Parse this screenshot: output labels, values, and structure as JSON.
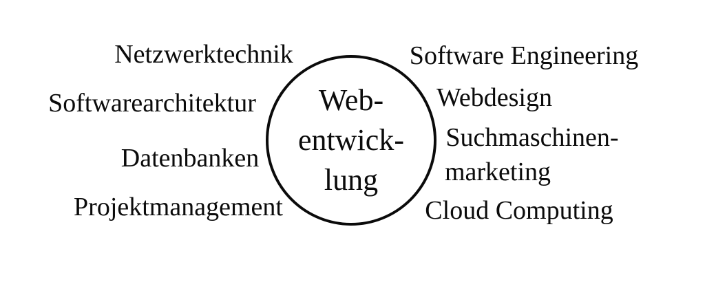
{
  "colors": {
    "background": "#ffffff",
    "text": "#0b0b0b",
    "circle_stroke": "#0b0b0b"
  },
  "center": {
    "lines": [
      "Web-",
      "entwick-",
      "lung"
    ]
  },
  "left_labels": [
    "Netzwerktechnik",
    "Softwarearchitektur",
    "Datenbanken",
    "Projektmanagement"
  ],
  "right_labels": [
    "Software Engineering",
    "Webdesign",
    "Suchmaschinen-",
    "marketing",
    "Cloud Computing"
  ]
}
